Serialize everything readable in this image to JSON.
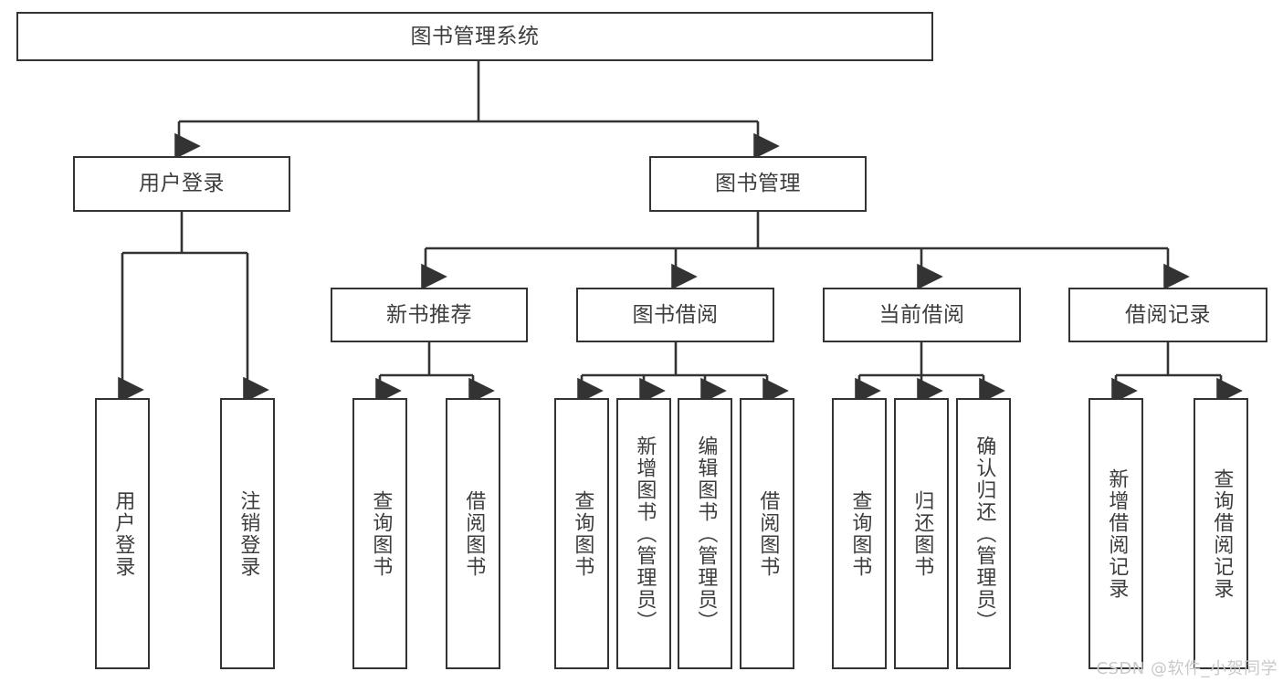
{
  "diagram": {
    "type": "tree-hierarchy",
    "title_text": "图书管理系统",
    "colors": {
      "box_border": "#333333",
      "box_fill": "#ffffff",
      "edge": "#333333",
      "text": "#3d3d3d",
      "watermark": "#c9c9c9",
      "canvas": "#ffffff"
    },
    "root": {
      "label": "图书管理系统"
    },
    "level2": [
      {
        "label": "用户登录"
      },
      {
        "label": "图书管理"
      }
    ],
    "level3": [
      {
        "label": "新书推荐"
      },
      {
        "label": "图书借阅"
      },
      {
        "label": "当前借阅"
      },
      {
        "label": "借阅记录"
      }
    ],
    "leaves": {
      "user_login": [
        {
          "label": "用户登录"
        },
        {
          "label": "注销登录"
        }
      ],
      "new_book": [
        {
          "label": "查询图书"
        },
        {
          "label": "借阅图书"
        }
      ],
      "book_borrow": [
        {
          "label": "查询图书"
        },
        {
          "label": "新增图书（管理员）"
        },
        {
          "label": "编辑图书（管理员）"
        },
        {
          "label": "借阅图书"
        }
      ],
      "current_borrow": [
        {
          "label": "查询图书"
        },
        {
          "label": "归还图书"
        },
        {
          "label": "确认归还（管理员）"
        }
      ],
      "borrow_record": [
        {
          "label": "新增借阅记录"
        },
        {
          "label": "查询借阅记录"
        }
      ]
    }
  },
  "watermark": {
    "text": "CSDN @软件_小贺同学"
  }
}
